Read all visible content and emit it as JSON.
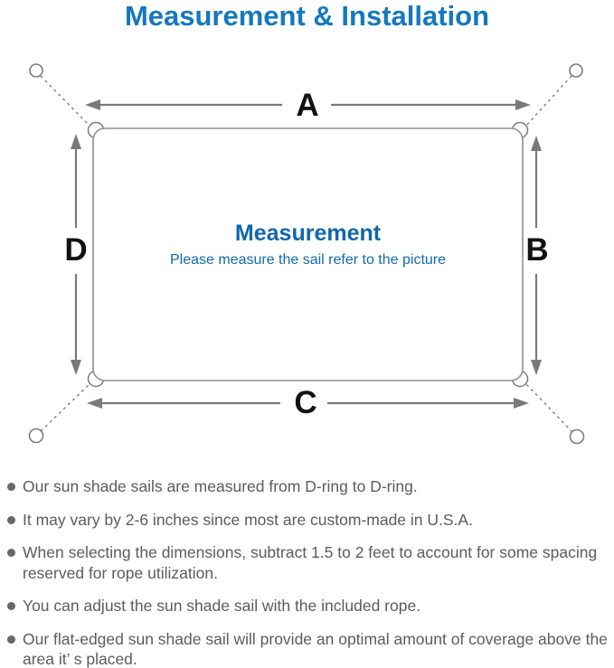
{
  "page": {
    "title": "Measurement & Installation"
  },
  "diagram": {
    "dimension_labels": {
      "top": "A",
      "right": "B",
      "bottom": "C",
      "left": "D"
    },
    "center": {
      "heading": "Measurement",
      "subtitle": "Please measure the sail refer to the picture"
    },
    "icons": {
      "corner_ring": "d-ring-icon",
      "anchor_point": "anchor-circle-icon",
      "bullet": "bullet-dot-icon"
    },
    "colors": {
      "title_blue": "#1478be",
      "center_blue": "#0f67ad",
      "outline_gray": "#909090",
      "arrow_gray": "#7a7a7a",
      "label_black": "#121212",
      "note_text_gray": "#5c5c5c"
    }
  },
  "bullets": [
    "Our sun shade sails are measured from D-ring to D-ring.",
    "It may vary by 2-6 inches since most are custom-made in U.S.A.",
    "When selecting the dimensions, subtract 1.5 to 2 feet to account for some spacing reserved for rope utilization.",
    "You can adjust the sun shade sail with the included rope.",
    "Our flat-edged sun shade sail will provide an optimal amount of coverage above the area it’ s placed."
  ]
}
